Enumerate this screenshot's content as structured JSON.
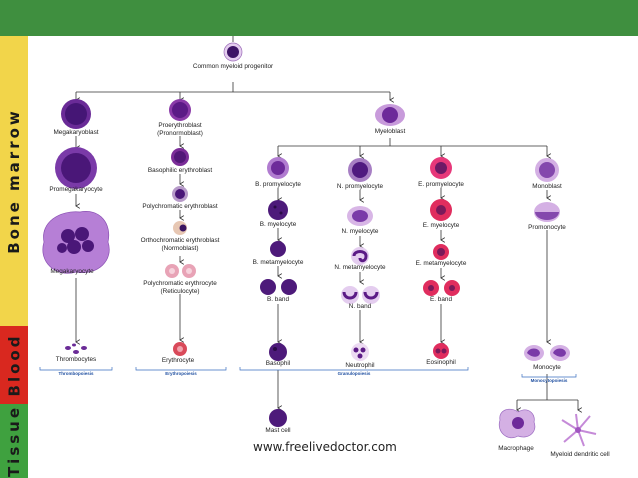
{
  "header": {
    "bar_color": "#3f8f3f"
  },
  "sidebar": {
    "bone_marrow": "Bone marrow",
    "blood": "Blood",
    "tissue": "Tissue"
  },
  "cells": {
    "common_myeloid": "Common myeloid progenitor",
    "megakaryoblast": "Megakaryoblast",
    "promegakaryocyte": "Promegakaryocyte",
    "megakaryocyte": "Megakaryocyte",
    "thrombocytes": "Thrombocytes",
    "proerythroblast": "Proerythroblast (Pronormoblast)",
    "basophilic_erythroblast": "Basophilic erythroblast",
    "polychromatic_erythroblast": "Polychromatic erythroblast",
    "orthochromatic_erythroblast": "Orthochromatic erythroblast (Normoblast)",
    "polychromatic_erythrocyte": "Polychromatic erythrocyte (Reticulocyte)",
    "erythrocyte": "Erythrocyte",
    "myeloblast": "Myeloblast",
    "b_promyelocyte": "B. promyelocyte",
    "n_promyelocyte": "N. promyelocyte",
    "e_promyelocyte": "E. promyelocyte",
    "monoblast": "Monoblast",
    "b_myelocyte": "B. myelocyte",
    "n_myelocyte": "N. myelocyte",
    "e_myelocyte": "E. myelocyte",
    "promonocyte": "Promonocyte",
    "b_metamyelocyte": "B. metamyelocyte",
    "n_metamyelocyte": "N. metamyelocyte",
    "e_metamyelocyte": "E. metamyelocyte",
    "b_band": "B. band",
    "n_band": "N. band",
    "e_band": "E. band",
    "basophil": "Basophil",
    "neutrophil": "Neutrophil",
    "eosinophil": "Eosinophil",
    "monocyte": "Monocyte",
    "mast_cell": "Mast cell",
    "macrophage": "Macrophage",
    "myeloid_dendritic": "Myeloid dendritic cell"
  },
  "processes": {
    "thrombopoiesis": "Thrombopoiesis",
    "erythropoiesis": "Erythropoiesis",
    "granulopoiesis": "Granulopoiesis",
    "monocytopoiesis": "Monocytopoiesis"
  },
  "footer": {
    "url": "www.freelivedoctor.com"
  },
  "colors": {
    "bone_marrow": "#f2d54a",
    "blood": "#d9281f",
    "tissue": "#3fa13f",
    "nucleus": "#4b1a7a"
  }
}
